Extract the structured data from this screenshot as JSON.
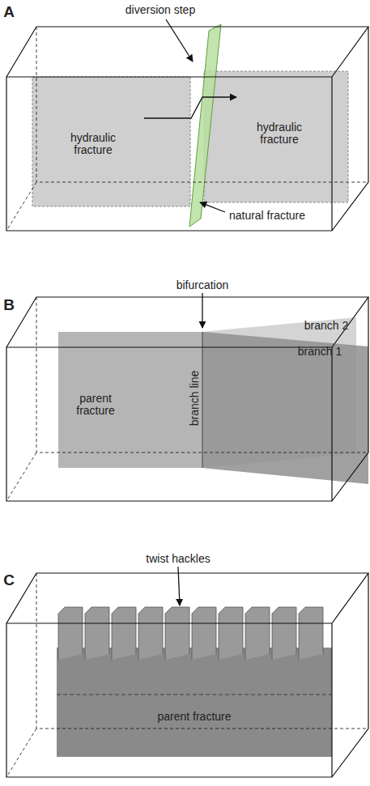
{
  "diagram": {
    "labels": [
      "A",
      "diversion step",
      "hydraulic fracture",
      "hydraulic fracture",
      "natural fracture",
      "B",
      "bifurcation",
      "branch 2",
      "branch 1",
      "parent fracture",
      "branch line",
      "C",
      "twist hackles",
      "parent fracture"
    ]
  }
}
